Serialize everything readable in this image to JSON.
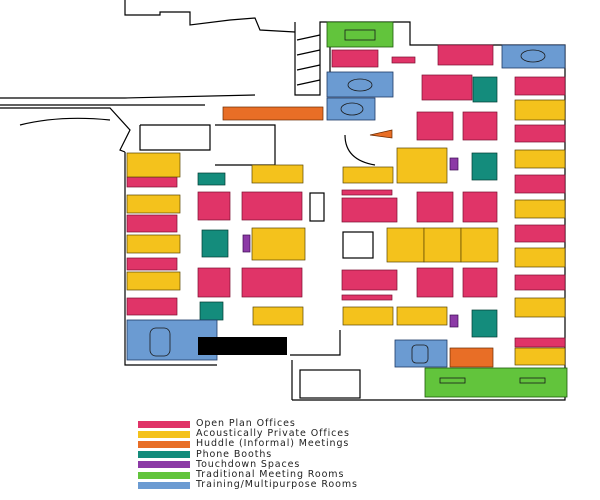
{
  "legend": {
    "items": [
      {
        "label": "Open Plan Offices",
        "color": "#e03468"
      },
      {
        "label": "Acoustically Private Offices",
        "color": "#f4c21c"
      },
      {
        "label": "Huddle (Informal) Meetings",
        "color": "#e86e26"
      },
      {
        "label": "Phone Booths",
        "color": "#148c7c"
      },
      {
        "label": "Touchdown Spaces",
        "color": "#8c3aa6"
      },
      {
        "label": "Traditional Meeting Rooms",
        "color": "#62c43c"
      },
      {
        "label": "Training/Multipurpose Rooms",
        "color": "#6b9bd2"
      }
    ]
  }
}
